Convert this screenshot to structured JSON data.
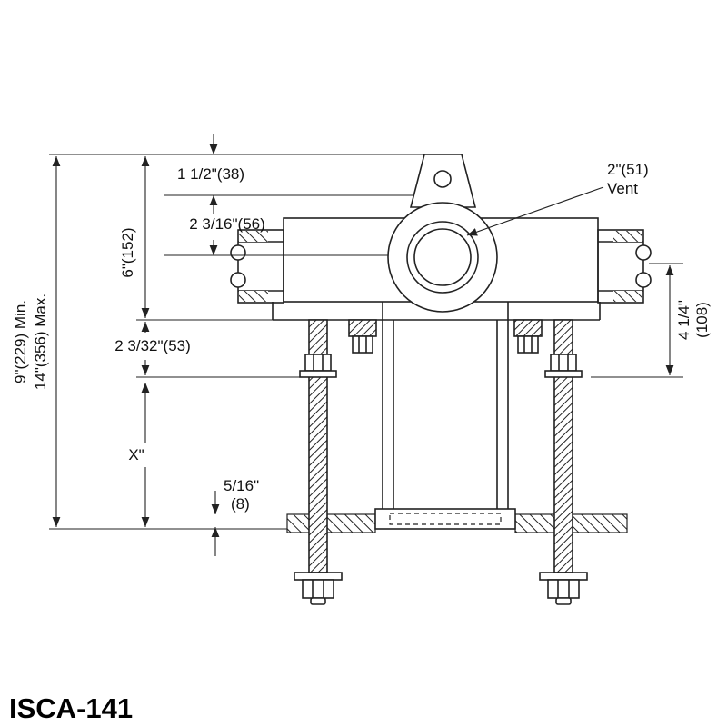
{
  "title": "ISCA-141",
  "callout": {
    "size": "2\"(51)",
    "name": "Vent"
  },
  "dims": {
    "top_offset": "1 1/2\"(38)",
    "hub_to_centerline": "2 3/16\"(56)",
    "body_height": "6\"(152)",
    "flange_depth": "2 3/32\"(53)",
    "variable_height": "X\"",
    "floor_gap_in": "5/16\"",
    "floor_gap_mm": "(8)",
    "overall_min": "9\"(229) Min.",
    "overall_max": "14\"(356) Max.",
    "side_outlet_in": "4 1/4\"",
    "side_outlet_mm": "(108)"
  }
}
